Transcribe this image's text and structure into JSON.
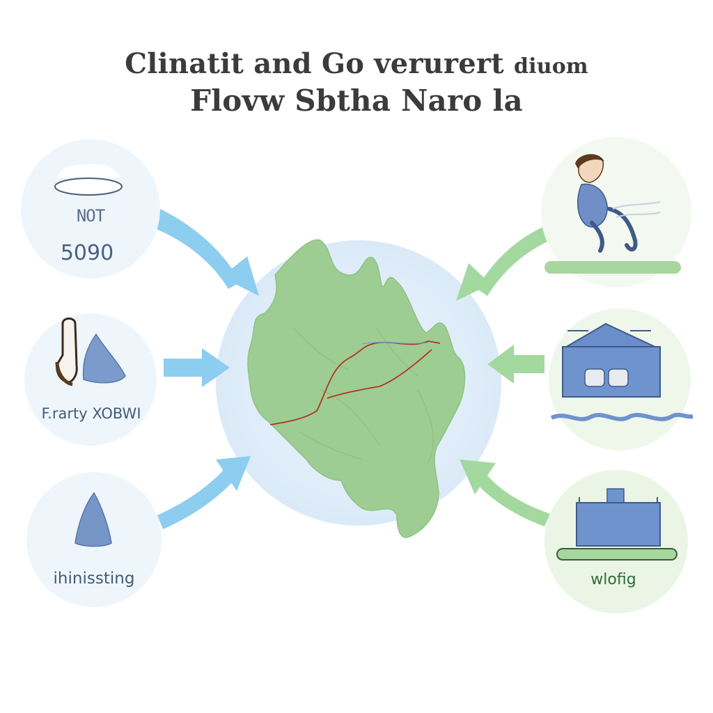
{
  "title": {
    "line1_main": "Clinatit and Go verurert",
    "line1_small": "diuom",
    "line2": "Flovw Sbtha Naro la"
  },
  "left_nodes": [
    {
      "icon": "ice-block-icon",
      "label_line1": "NOT",
      "label_line2": "5090"
    },
    {
      "icon": "ice-pick-cone-icon",
      "label": "F.rarty XOBWI"
    },
    {
      "icon": "cone-icon",
      "label": "ihinissting"
    }
  ],
  "right_nodes": [
    {
      "icon": "person-icon"
    },
    {
      "icon": "factory-icon"
    },
    {
      "icon": "storage-building-icon",
      "label": "wlofig"
    }
  ],
  "center": {
    "icon": "land-map-icon"
  },
  "colors": {
    "left_arrow": "#8ccdf0",
    "right_arrow": "#9fd79a",
    "left_circle": "#eef6fc",
    "right_circle": "#f1f8ef",
    "center_circle": "#e7f2fb",
    "land": "#9ccd92",
    "route": "#b3341c",
    "building": "#6a8ec9"
  }
}
